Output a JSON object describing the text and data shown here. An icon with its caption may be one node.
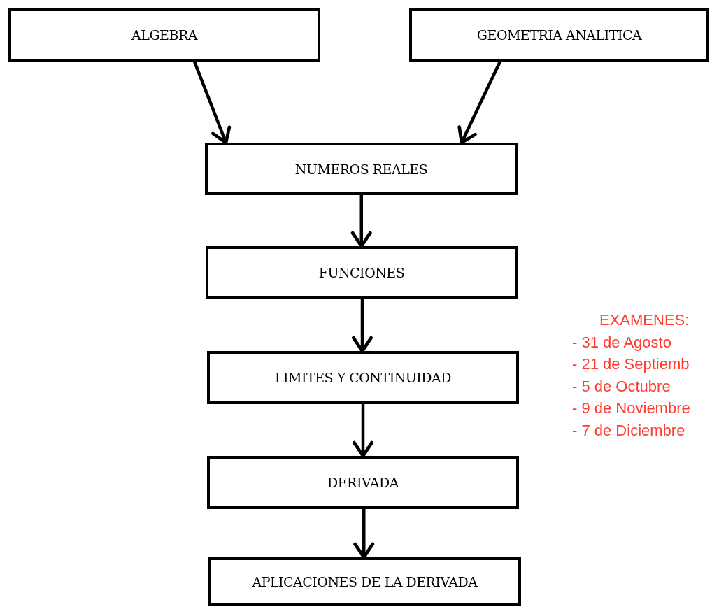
{
  "diagram": {
    "nodes": [
      {
        "text": [
          "ALGEBRA"
        ]
      },
      {
        "text": [
          "GEOMETRIA ANALITICA"
        ]
      },
      {
        "text": [
          "NUMEROS REALES"
        ]
      },
      {
        "text": [
          "FUNCIONES"
        ]
      },
      {
        "text": [
          "LIMITES Y CONTINUIDAD"
        ]
      },
      {
        "text": [
          "DERIVADA"
        ]
      },
      {
        "text": [
          "APLICACIONES DE LA DERIVADA"
        ]
      }
    ],
    "edges": [
      {
        "from": 0,
        "to": 2,
        "arrow": "to"
      },
      {
        "from": 1,
        "to": 2,
        "arrow": "to"
      },
      {
        "from": 2,
        "to": 3,
        "arrow": "to"
      },
      {
        "from": 3,
        "to": 4,
        "arrow": "to"
      },
      {
        "from": 4,
        "to": 5,
        "arrow": "to"
      },
      {
        "from": 5,
        "to": 6,
        "arrow": "to"
      }
    ],
    "labels": [
      "EXAMENES:",
      "- 31 de Agosto",
      "- 21 de Septiemb",
      "- 5 de Octubre",
      "- 9 de Noviembre",
      "- 7 de Diciembre"
    ]
  }
}
